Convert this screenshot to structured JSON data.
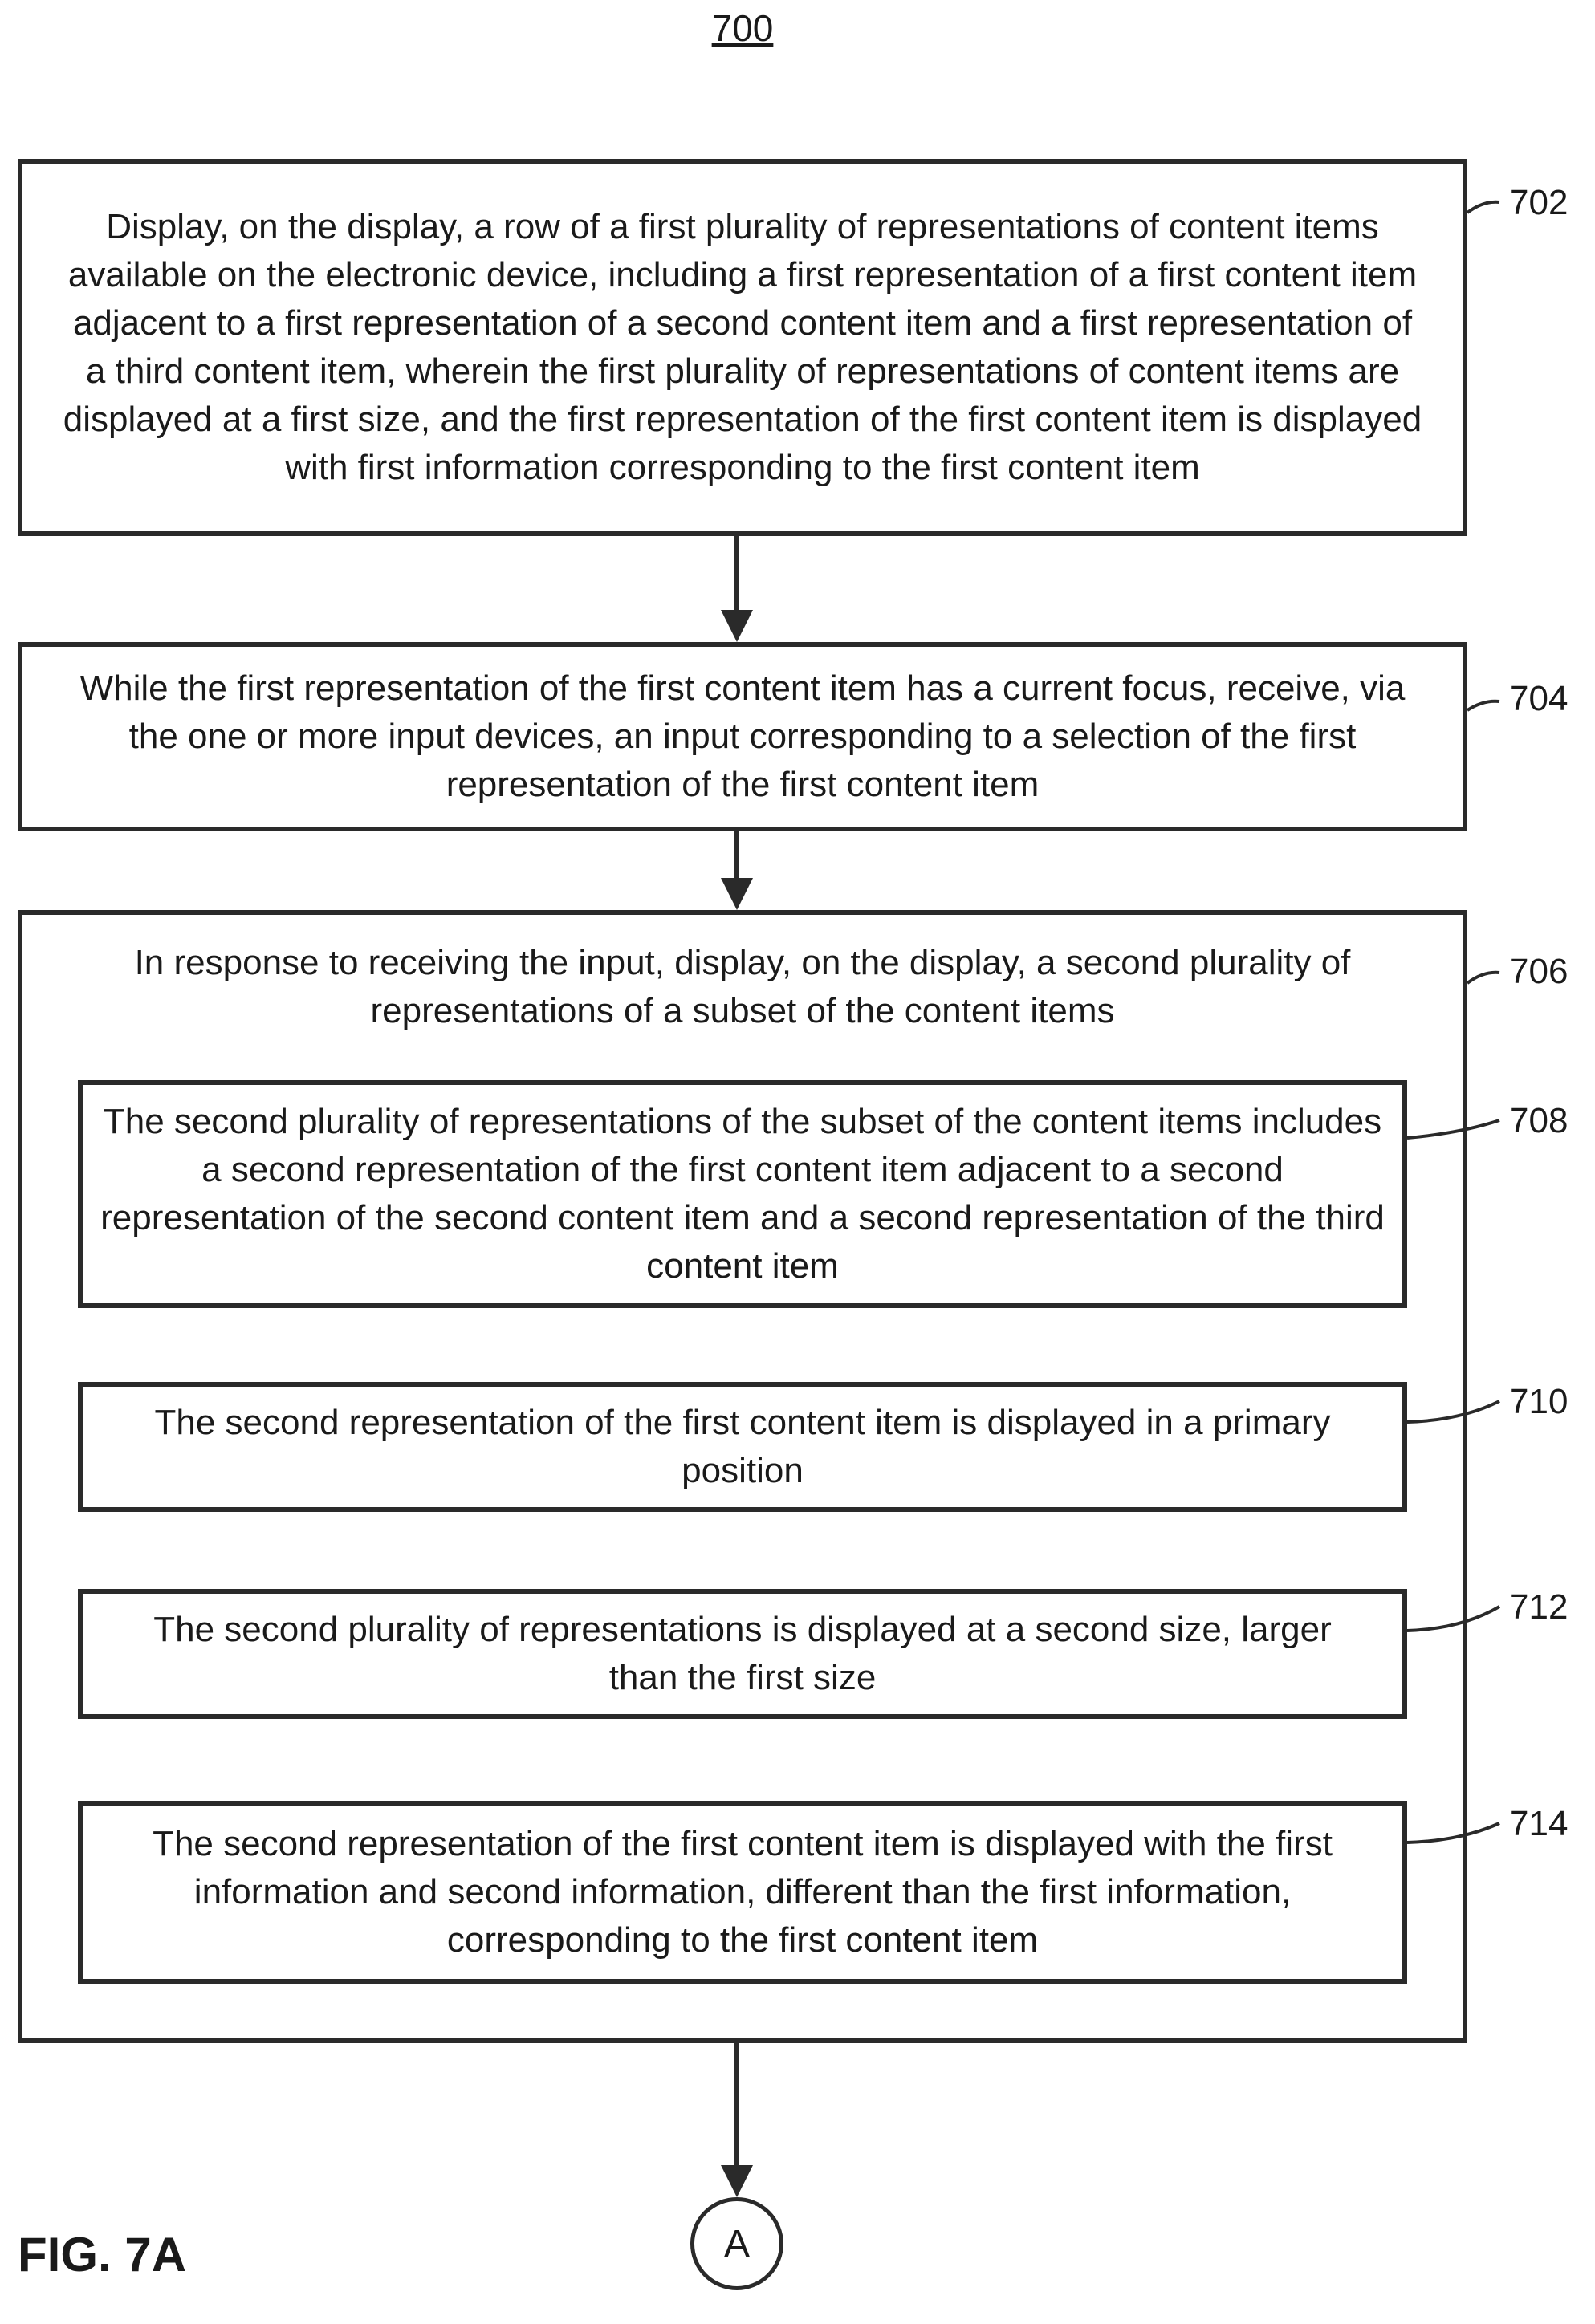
{
  "figure_number": "700",
  "figure_label": "FIG. 7A",
  "connector_label": "A",
  "steps": {
    "s702": {
      "ref": "702",
      "text": "Display, on the display, a row of a first plurality of representations of content items available on the electronic device, including a first representation of a first content item adjacent to a first representation of a second content item and a first representation of a third content item, wherein the first plurality of representations of content items are displayed at a first size, and the first representation of the first content item is displayed with first information corresponding to the first content item"
    },
    "s704": {
      "ref": "704",
      "text": "While the first representation of the first content item has a current focus, receive, via the one or more input devices, an input corresponding to a selection of the first representation of the first content item"
    },
    "s706": {
      "ref": "706",
      "text": "In response to receiving the input, display, on the display, a second plurality of representations of a subset of the content items"
    },
    "s708": {
      "ref": "708",
      "text": "The second plurality of representations of the subset of the content items includes a second representation of the first content item adjacent to a second representation of the second content item and a second representation of the third content item"
    },
    "s710": {
      "ref": "710",
      "text": "The second representation of the first content item is displayed in a primary position"
    },
    "s712": {
      "ref": "712",
      "text": "The second plurality of representations is displayed at a second size, larger than the first size"
    },
    "s714": {
      "ref": "714",
      "text": "The second representation of the first content item is displayed with the first information and second information, different than the first information, corresponding to the first content item"
    }
  }
}
